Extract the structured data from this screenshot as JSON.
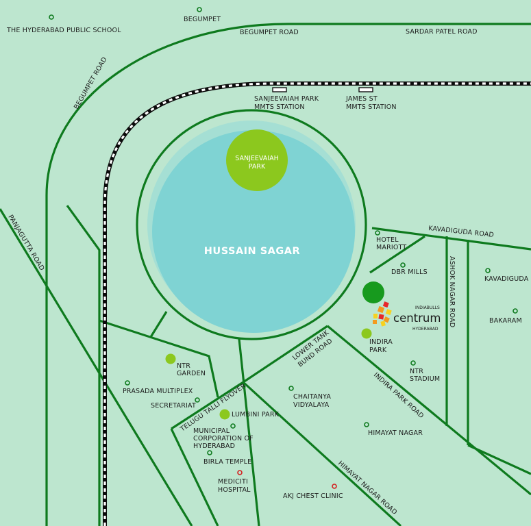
{
  "colors": {
    "background": "#bde6cf",
    "road": "#0e7a1e",
    "lake": "#7fd3d3",
    "lake_ring": "#a5dfd4",
    "park": "#8cc81e",
    "poi_marker": "#0e7a1e",
    "hospital_marker": "#d42020",
    "dark_green_dot": "#179a1e"
  },
  "lake": {
    "label": "HUSSAIN SAGAR"
  },
  "park": {
    "line1": "SANJEEVAIAH",
    "line2": "PARK"
  },
  "stations": {
    "sanjeevaiah": {
      "line1": "SANJEEVAIAH PARK",
      "line2": "MMTS STATION"
    },
    "james": {
      "line1": "JAMES ST",
      "line2": "MMTS STATION"
    }
  },
  "roads": {
    "begumpet_road_top": "BEGUMPET ROAD",
    "sardar_patel": "SARDAR PATEL ROAD",
    "begumpet_road_side": "BEGUMPET ROAD",
    "panjagutta": "PANJAGUTTA ROAD",
    "kavadiguda": "KAVADIGUDA ROAD",
    "ashok_nagar": "ASHOK NAGAR ROAD",
    "lower_tank_1": "LOWER TANK",
    "lower_tank_2": "BUND ROAD",
    "indira_park_road": "INDIRA PARK ROAD",
    "himayat_nagar_road": "HIMAYAT NAGAR ROAD",
    "telugu_talli": "TELUGU TALLI FLYOVER"
  },
  "places": {
    "hyderabad_public_school": "THE HYDERABAD PUBLIC SCHOOL",
    "begumpet": "BEGUMPET",
    "hotel_mariott_1": "HOTEL",
    "hotel_mariott_2": "MARIOTT",
    "dbr_mills": "DBR MILLS",
    "kavadiguda": "KAVADIGUDA",
    "bakaram": "BAKARAM",
    "indira_park_1": "INDIRA",
    "indira_park_2": "PARK",
    "ntr_stadium_1": "NTR",
    "ntr_stadium_2": "STADIUM",
    "ntr_garden_1": "NTR",
    "ntr_garden_2": "GARDEN",
    "prasada": "PRASADA MULTIPLEX",
    "secretariat": "SECRETARIAT",
    "lumbini_park": "LUMBINI PARK",
    "municipal_1": "MUNICIPAL",
    "municipal_2": "CORPORATION OF",
    "municipal_3": "HYDERABAD",
    "birla_temple": "BIRLA TEMPLE",
    "mediciti_1": "MEDICITI",
    "mediciti_2": "HOSPITAL",
    "chaitanya_1": "CHAITANYA",
    "chaitanya_2": "VIDYALAYA",
    "himayat_nagar": "HIMAYAT NAGAR",
    "akj_chest_clinic": "AKJ CHEST CLINIC"
  },
  "project": {
    "brand_top": "INDIABULLS",
    "brand_name": "centrum",
    "brand_city": "HYDERABAD"
  }
}
